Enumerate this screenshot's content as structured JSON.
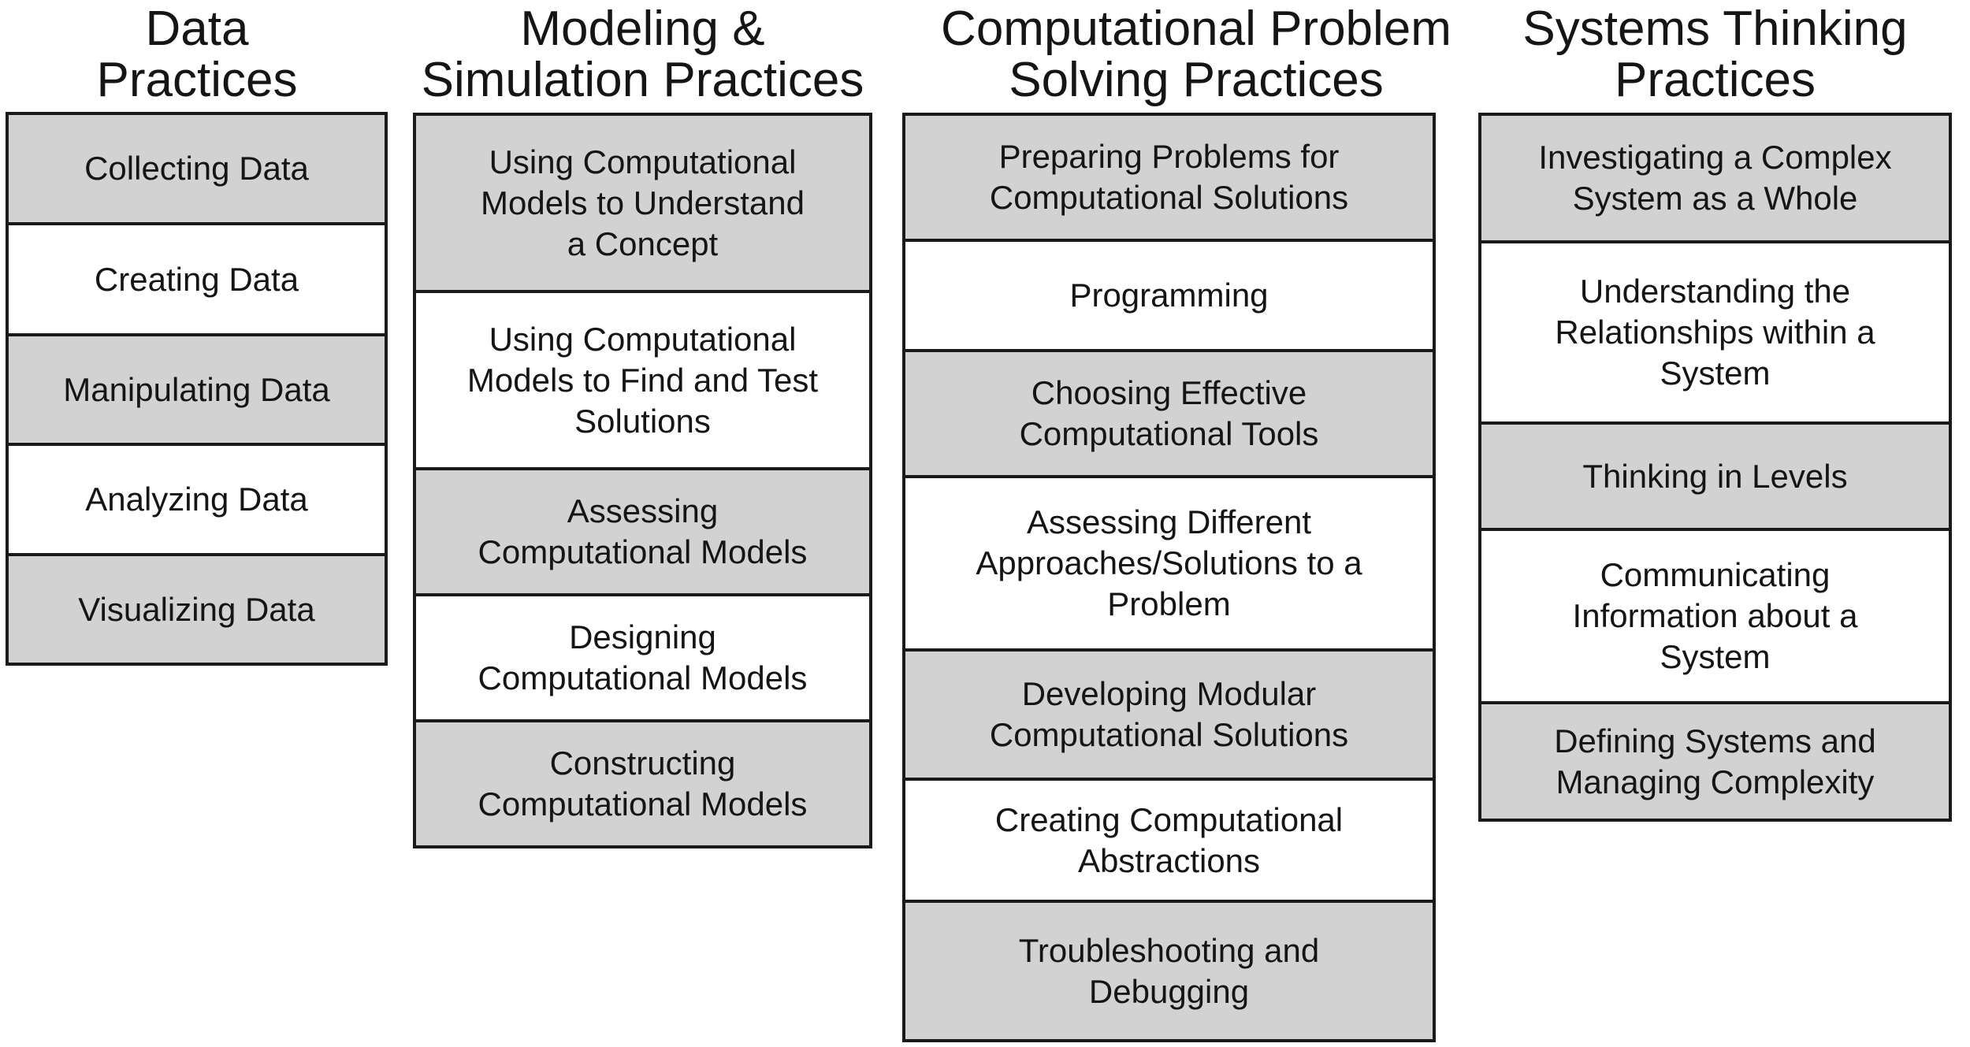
{
  "colors": {
    "cell_gray": "#d2d2d2",
    "cell_white": "#ffffff",
    "border": "#1a1a1a",
    "text": "#151515"
  },
  "columns": [
    {
      "header": "Data\nPractices",
      "cells": [
        {
          "label": "Collecting Data",
          "shade": "gray"
        },
        {
          "label": "Creating Data",
          "shade": "white"
        },
        {
          "label": "Manipulating Data",
          "shade": "gray"
        },
        {
          "label": "Analyzing Data",
          "shade": "white"
        },
        {
          "label": "Visualizing Data",
          "shade": "gray"
        }
      ]
    },
    {
      "header": "Modeling &\nSimulation Practices",
      "cells": [
        {
          "label": "Using Computational\nModels to Understand\na Concept",
          "shade": "gray"
        },
        {
          "label": "Using Computational\nModels to Find and Test\nSolutions",
          "shade": "white"
        },
        {
          "label": "Assessing\nComputational Models",
          "shade": "gray"
        },
        {
          "label": "Designing\nComputational Models",
          "shade": "white"
        },
        {
          "label": "Constructing\nComputational Models",
          "shade": "gray"
        }
      ]
    },
    {
      "header": "Computational Problem\nSolving Practices",
      "cells": [
        {
          "label": "Preparing Problems for\nComputational Solutions",
          "shade": "gray"
        },
        {
          "label": "Programming",
          "shade": "white"
        },
        {
          "label": "Choosing Effective\nComputational Tools",
          "shade": "gray"
        },
        {
          "label": "Assessing Different\nApproaches/Solutions to a\nProblem",
          "shade": "white"
        },
        {
          "label": "Developing Modular\nComputational Solutions",
          "shade": "gray"
        },
        {
          "label": "Creating Computational\nAbstractions",
          "shade": "white"
        },
        {
          "label": "Troubleshooting and\nDebugging",
          "shade": "gray"
        }
      ]
    },
    {
      "header": "Systems Thinking\nPractices",
      "cells": [
        {
          "label": "Investigating a Complex\nSystem as a Whole",
          "shade": "gray"
        },
        {
          "label": "Understanding the\nRelationships within a\nSystem",
          "shade": "white"
        },
        {
          "label": "Thinking in Levels",
          "shade": "gray"
        },
        {
          "label": "Communicating\nInformation about a\nSystem",
          "shade": "white"
        },
        {
          "label": "Defining Systems and\nManaging Complexity",
          "shade": "gray"
        }
      ]
    }
  ]
}
